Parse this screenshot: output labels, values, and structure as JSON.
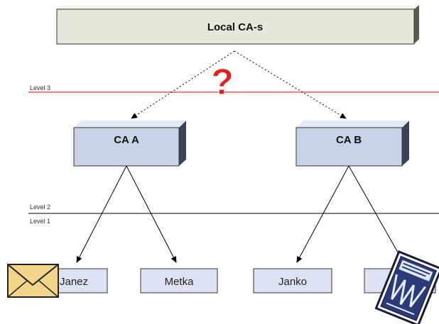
{
  "diagram": {
    "root": {
      "label": "Local CA-s"
    },
    "question_mark": "?",
    "level_lines": {
      "level3": "Level 3",
      "level2": "Level 2",
      "level1": "Level 1"
    },
    "cas": [
      {
        "label": "CA A"
      },
      {
        "label": "CA B"
      }
    ],
    "leaves": [
      {
        "label": "Janez"
      },
      {
        "label": "Metka"
      },
      {
        "label": "Janko"
      },
      {
        "label": ""
      }
    ],
    "colors": {
      "root_fill": "#e7e8dc",
      "ca_fill": "#c9d3e8",
      "leaf_fill": "#dde3f2",
      "level3_line": "#ee5555",
      "level2_line": "#333333",
      "question_mark": "#e32020"
    },
    "icons": [
      "envelope-icon",
      "document-icon"
    ]
  }
}
